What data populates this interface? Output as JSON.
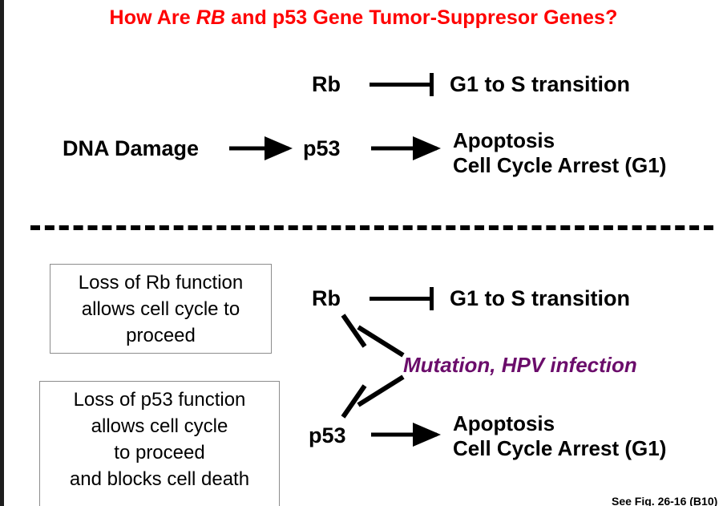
{
  "slide": {
    "title_prefix": "How Are ",
    "title_italic": "RB",
    "title_suffix": " and p53 Gene Tumor-Suppresor Genes?",
    "title_color": "#ff0000",
    "background": "#ffffff"
  },
  "top_pathway": {
    "rb_label": "Rb",
    "g1s_label": "G1 to S transition",
    "dna_damage_label": "DNA Damage",
    "p53_label": "p53",
    "outcome_line1": "Apoptosis",
    "outcome_line2": "Cell Cycle Arrest (G1)"
  },
  "divider": {
    "style": "dashed",
    "color": "#000000"
  },
  "bottom_pathway": {
    "rb_label": "Rb",
    "g1s_label": "G1 to S transition",
    "p53_label": "p53",
    "outcome_line1": "Apoptosis",
    "outcome_line2": "Cell Cycle Arrest (G1)",
    "mutation_label": "Mutation, HPV infection",
    "mutation_color": "#6b0d6b"
  },
  "boxes": [
    {
      "id": "loss-of-rb",
      "lines": [
        "Loss of Rb function",
        "allows cell cycle to",
        "proceed"
      ]
    },
    {
      "id": "loss-of-p53",
      "lines": [
        "Loss of p53 function",
        "allows cell cycle",
        "to proceed",
        "and blocks cell death"
      ]
    }
  ],
  "footnote": {
    "text": "See Fig. 26-16 (B10)"
  }
}
